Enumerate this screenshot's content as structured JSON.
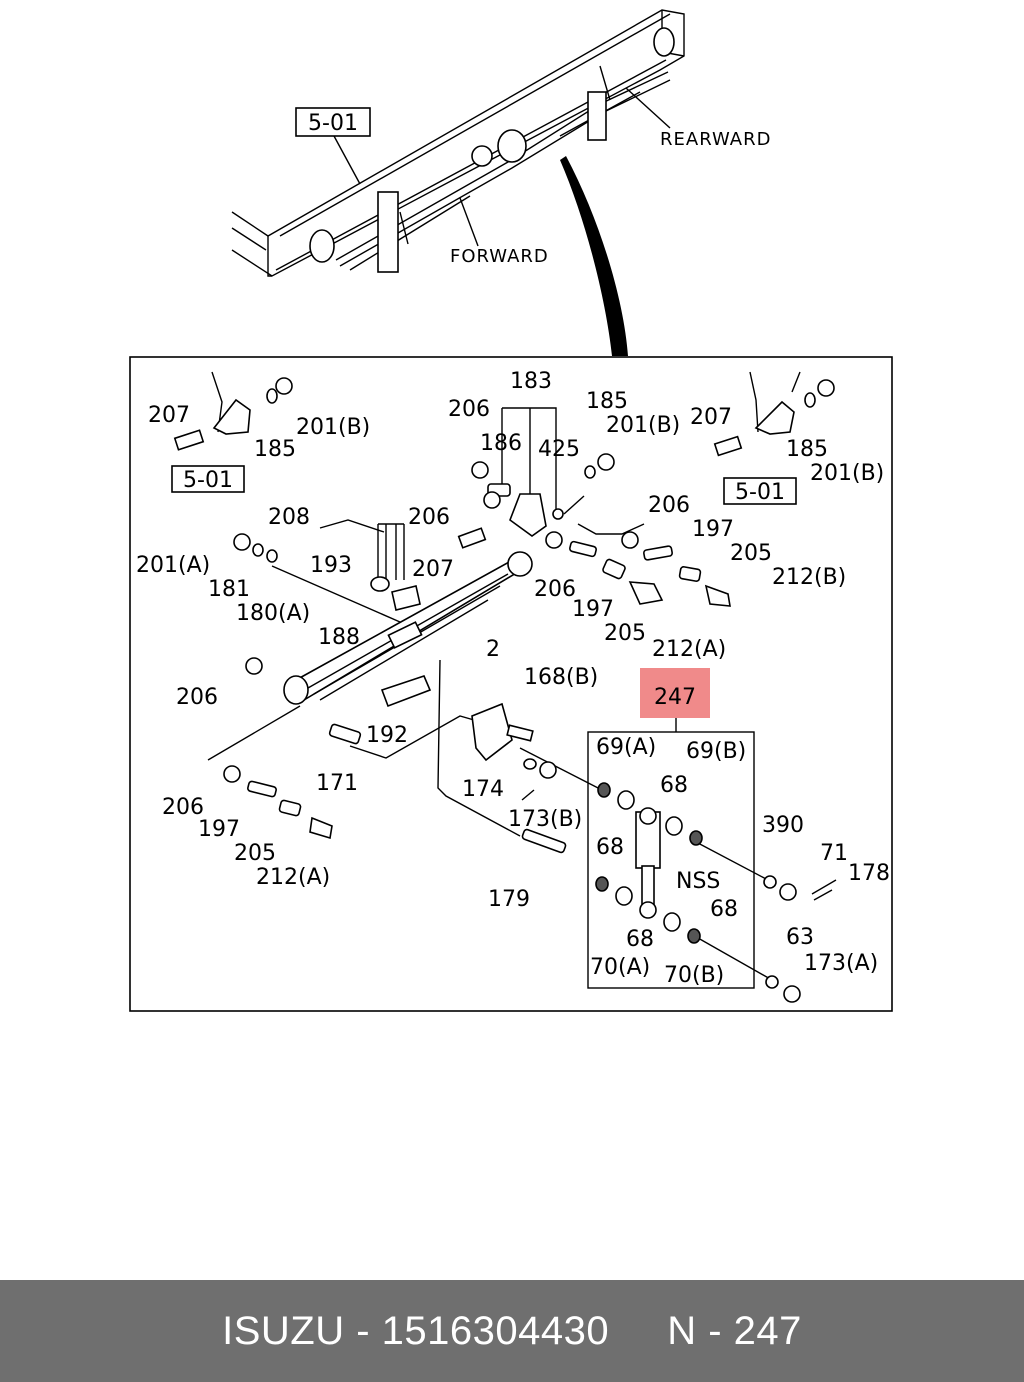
{
  "top_view": {
    "ref_box": "5-01",
    "direction_forward": "FORWARD",
    "direction_rearward": "REARWARD"
  },
  "highlight_label": "247",
  "highlight_color": "#f08a8a",
  "nss_label": "NSS",
  "ref_boxes": [
    "5-01",
    "5-01"
  ],
  "part_labels": {
    "l207_left": "207",
    "l185_left": "185",
    "l201B_left": "201(B)",
    "l183": "183",
    "l206_top": "206",
    "l186": "186",
    "l425": "425",
    "l185_mid": "185",
    "l201B_mid": "201(B)",
    "l207_right": "207",
    "l185_right": "185",
    "l201B_right": "201(B)",
    "l208": "208",
    "l206_b": "206",
    "l207_mid": "207",
    "l201A": "201(A)",
    "l193": "193",
    "l181": "181",
    "l180A": "180(A)",
    "l188": "188",
    "l206_c": "206",
    "l206_d": "206",
    "l197_a": "197",
    "l205_a": "205",
    "l212B": "212(B)",
    "l197_b": "197",
    "l205_b": "205",
    "l212A_a": "212(A)",
    "l2": "2",
    "l206_e": "206",
    "l168B": "168(B)",
    "l192": "192",
    "l171": "171",
    "l174": "174",
    "l173B": "173(B)",
    "l206_f": "206",
    "l197_c": "197",
    "l205_c": "205",
    "l212A_b": "212(A)",
    "l179": "179",
    "l69A": "69(A)",
    "l69B": "69(B)",
    "l68_a": "68",
    "l68_b": "68",
    "l390": "390",
    "l71": "71",
    "l178": "178",
    "l68_c": "68",
    "l68_d": "68",
    "l63": "63",
    "l70A": "70(A)",
    "l70B": "70(B)",
    "l173A": "173(A)"
  },
  "footer": "ISUZU - 1516304430     N - 247",
  "colors": {
    "footer_bg": "#6f6f6f",
    "footer_text": "#ffffff",
    "line": "#000000"
  }
}
